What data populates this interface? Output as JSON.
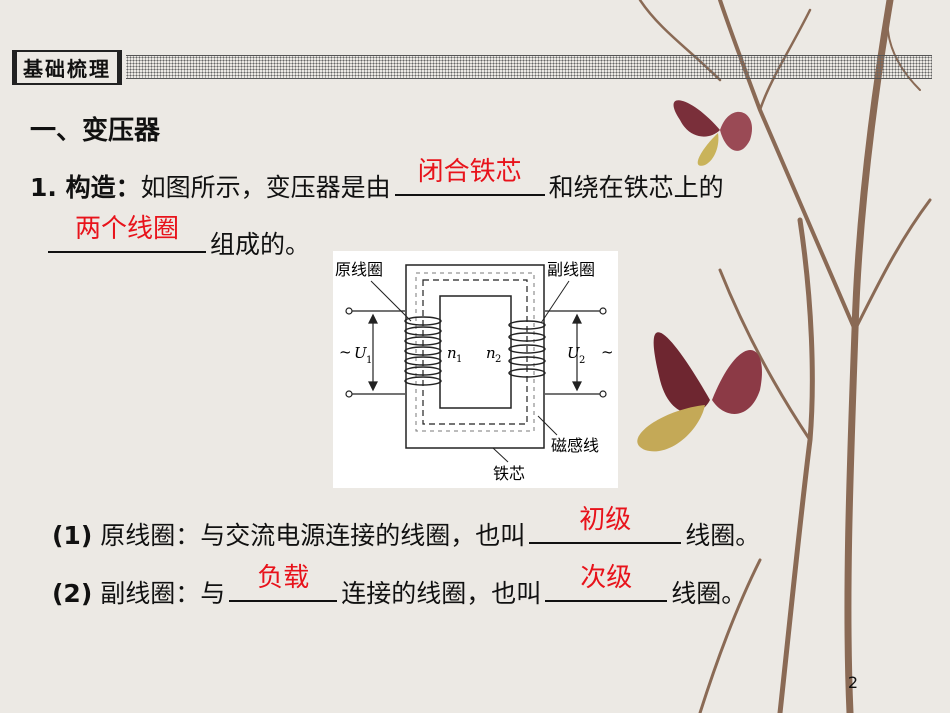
{
  "header": {
    "tag": "基础梳理"
  },
  "section": {
    "title": "一、变压器"
  },
  "item1": {
    "label": "1. 构造：",
    "text_a": "如图所示，变压器是由",
    "answer_a": "闭合铁芯",
    "text_b": "和绕在铁芯上的",
    "answer_b": "两个线圈",
    "text_c": "组成的。"
  },
  "diagram": {
    "primary_coil": "原线圈",
    "secondary_coil": "副线圈",
    "u1": "U",
    "u1_sub": "1",
    "u2": "U",
    "u2_sub": "2",
    "n1": "n",
    "n1_sub": "1",
    "n2": "n",
    "n2_sub": "2",
    "ac_left": "~",
    "ac_right": "~",
    "flux_lines": "磁感线",
    "core": "铁芯"
  },
  "item2": {
    "label": "(1)",
    "text_a": "原线圈：与交流电源连接的线圈，也叫",
    "answer": "初级",
    "text_b": "线圈。"
  },
  "item3": {
    "label": "(2)",
    "text_a": "副线圈：与",
    "answer_a": "负载",
    "text_b": "连接的线圈，也叫",
    "answer_b": "次级",
    "text_c": "线圈。"
  },
  "page": {
    "number": "2"
  }
}
